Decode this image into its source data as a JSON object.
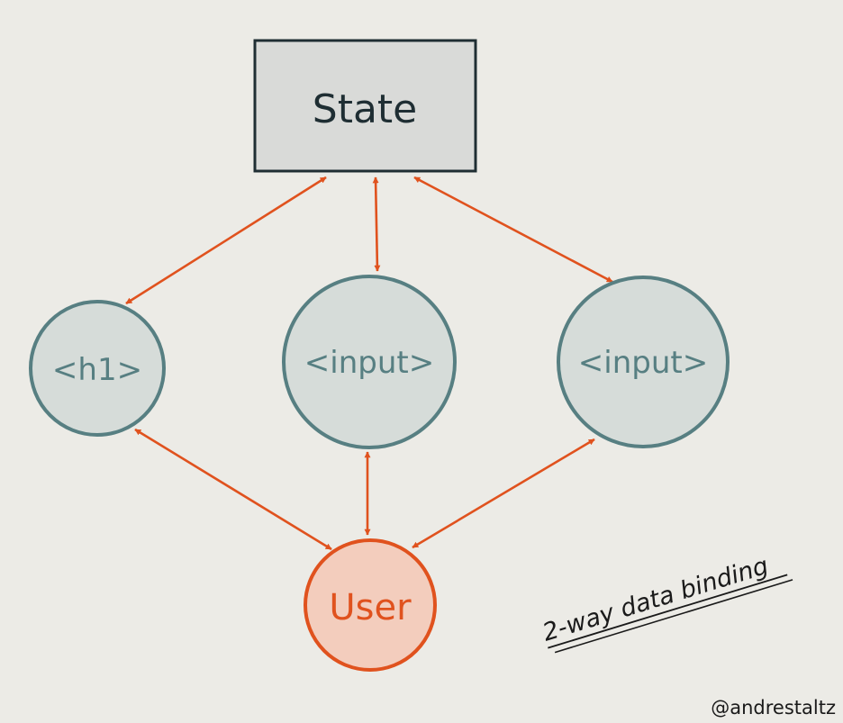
{
  "diagram": {
    "state": {
      "label": "State"
    },
    "nodes": [
      {
        "id": "h1",
        "label": "<h1>"
      },
      {
        "id": "input-1",
        "label": "<input>"
      },
      {
        "id": "input-2",
        "label": "<input>"
      }
    ],
    "user": {
      "label": "User"
    },
    "caption": "2-way data binding",
    "credit": "@andrestaltz"
  },
  "colors": {
    "background": "#ecebe6",
    "state_fill": "#d9dad8",
    "state_stroke": "#1f2e33",
    "node_fill": "#d6dcd9",
    "node_stroke": "#577f82",
    "node_text": "#577f82",
    "user_fill": "#f3cdbd",
    "user_stroke": "#e0521e",
    "user_text": "#e0521e",
    "arrow": "#e0521e",
    "ink": "#1a1a1a"
  }
}
